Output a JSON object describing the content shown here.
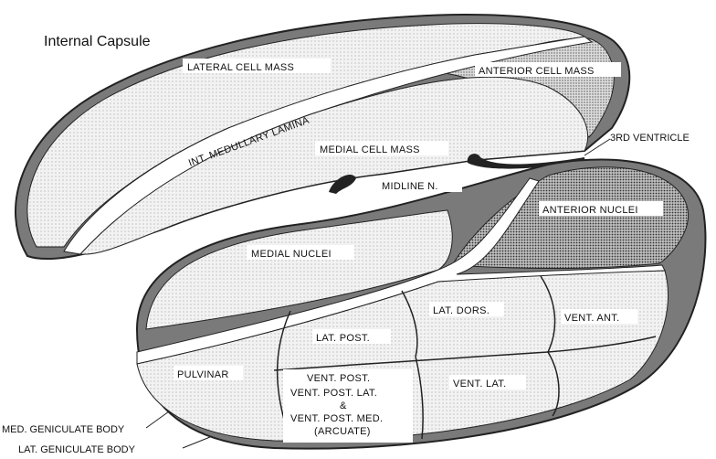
{
  "title": "Internal Capsule",
  "labels": {
    "lateral_cell_mass": "LATERAL CELL MASS",
    "anterior_cell_mass": "ANTERIOR CELL MASS",
    "int_medullary_lamina": "INT. MEDULLARY LAMINA",
    "medial_cell_mass": "MEDIAL CELL MASS",
    "third_ventricle": "3RD VENTRICLE",
    "midline_n": "MIDLINE N.",
    "anterior_nuclei": "ANTERIOR NUCLEI",
    "medial_nuclei": "MEDIAL NUCLEI",
    "lat_dors": "LAT. DORS.",
    "vent_ant": "VENT. ANT.",
    "lat_post": "LAT. POST.",
    "pulvinar": "PULVINAR",
    "vent_post_1": "VENT. POST.",
    "vent_post_2": "VENT. POST. LAT.",
    "vent_post_3": "&",
    "vent_post_4": "VENT. POST. MED.",
    "vent_post_5": "(ARCUATE)",
    "vent_lat": "VENT. LAT.",
    "med_geniculate": "MED. GENICULATE BODY",
    "lat_geniculate": "LAT. GENICULATE BODY"
  }
}
